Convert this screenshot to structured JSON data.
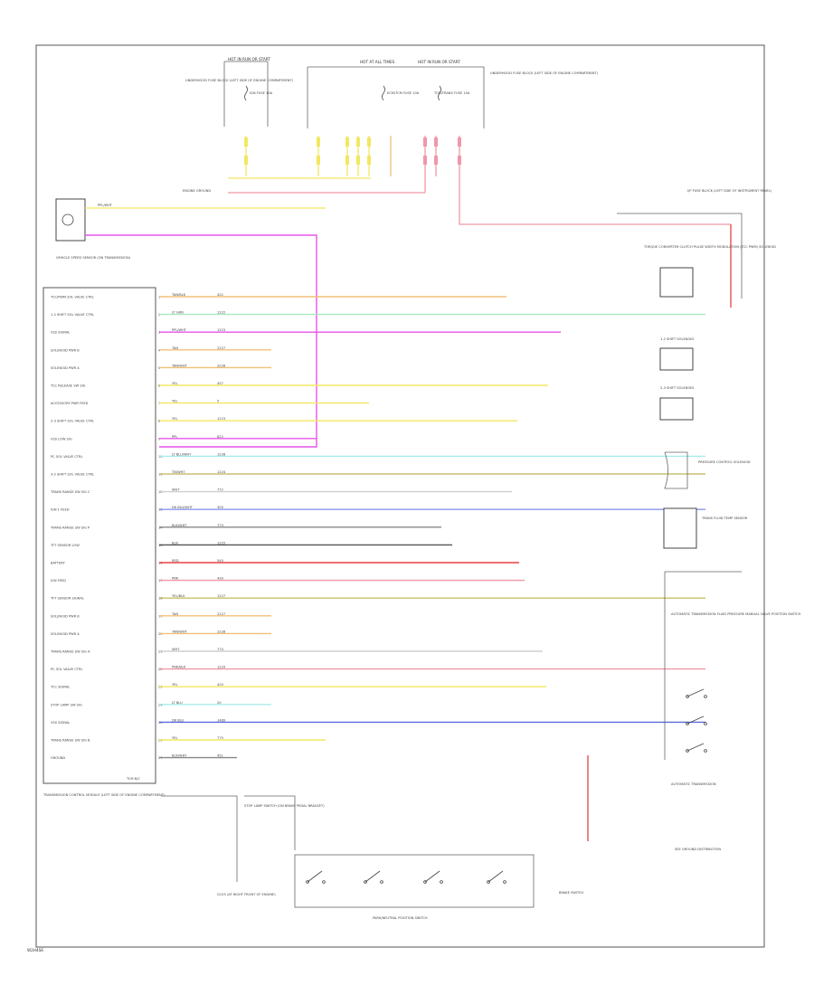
{
  "diagram": {
    "footer_code": "W2H4S6",
    "top_labels": {
      "hot_in_run_left": "HOT IN RUN OR START",
      "hot_at_all_times": "HOT AT ALL TIMES",
      "hot_in_run_right": "HOT IN RUN OR START",
      "fuse_block_left": "UNDERHOOD FUSE BLOCK (LEFT SIDE OF ENGINE COMPARTMENT)",
      "fuse_left": "IGN FUSE 10A",
      "fuse_mid": "ECM/TCM FUSE 10A",
      "fuse_right": "TCM/TRANS FUSE 10A",
      "fuse_block_right": "UNDERHOOD FUSE BLOCK (LEFT SIDE OF ENGINE COMPARTMENT)"
    },
    "vss_sensor": "VEHICLE SPEED SENSOR (ON TRANSMISSION)",
    "vss_wire": "PPL/WHT",
    "engine_ground": "ENGINE GROUND",
    "ecm_module": "TRANSMISSION CONTROL MODULE (LEFT SIDE OF ENGINE COMPARTMENT)",
    "ecm_module_code": "TCM B/C",
    "pins": [
      {
        "label": "TCC/PWM SOL VALVE CTRL",
        "color": "TAN/BLK",
        "circuit": "422"
      },
      {
        "label": "1-2 SHIFT SOL VALVE CTRL",
        "color": "LT GRN",
        "circuit": "1222"
      },
      {
        "label": "VSS SIGNAL",
        "color": "PPL/WHT",
        "circuit": "1223"
      },
      {
        "label": "SOLENOID PWR B",
        "color": "TAN",
        "circuit": "2227"
      },
      {
        "label": "SOLENOID PWR A",
        "color": "TAN/WHT",
        "circuit": "2228"
      },
      {
        "label": "TCC RELEASE SW SIG",
        "color": "YEL",
        "circuit": "457"
      },
      {
        "label": "ACCESSORY PWR FEED",
        "color": "YEL",
        "circuit": "5"
      },
      {
        "label": "2-3 SHIFT SOL VALVE CTRL",
        "color": "YEL",
        "circuit": "1223"
      },
      {
        "label": "VSS LOW SIG",
        "color": "PPL",
        "circuit": "822"
      },
      {
        "label": "PC SOL VALVE CTRL",
        "color": "LT BLU/WHT",
        "circuit": "1228"
      },
      {
        "label": "3-2 SHIFT SOL VALVE CTRL",
        "color": "TN/WHT",
        "circuit": "1224"
      },
      {
        "label": "TRANS RANGE SW SIG C",
        "color": "WHT",
        "circuit": "772"
      },
      {
        "label": "IGN 1 FEED",
        "color": "DK BLU/WHT",
        "circuit": "300"
      },
      {
        "label": "TRANS RANGE SW SIG P",
        "color": "BLK/WHT",
        "circuit": "773"
      },
      {
        "label": "TFT SENSOR LOW",
        "color": "BLK",
        "circuit": "1225"
      },
      {
        "label": "BATTERY",
        "color": "RED",
        "circuit": "540"
      },
      {
        "label": "IGN FEED",
        "color": "PNK",
        "circuit": "439"
      },
      {
        "label": "TFT SENSOR SIGNAL",
        "color": "YEL/BLK",
        "circuit": "1227"
      },
      {
        "label": "SOLENOID PWR B",
        "color": "TAN",
        "circuit": "2227"
      },
      {
        "label": "SOLENOID PWR A",
        "color": "TAN/WHT",
        "circuit": "2228"
      },
      {
        "label": "TRANS RANGE SW SIG A",
        "color": "WHT",
        "circuit": "774"
      },
      {
        "label": "PC SOL VALVE CTRL",
        "color": "PNK/BLK",
        "circuit": "1229"
      },
      {
        "label": "TCC SIGNAL",
        "color": "YEL",
        "circuit": "420"
      },
      {
        "label": "STOP LAMP SW SIG",
        "color": "LT BLU",
        "circuit": "20"
      },
      {
        "label": "VSS SIGNAL",
        "color": "DK BLU",
        "circuit": "1489"
      },
      {
        "label": "TRANS RANGE SW SIG B",
        "color": "YEL",
        "circuit": "775"
      },
      {
        "label": "GROUND",
        "color": "BLK/WHT",
        "circuit": "451"
      }
    ],
    "right_components": {
      "fuse_block_note": "I/P FUSE BLOCK (LEFT SIDE OF INSTRUMENT PANEL)",
      "tcc_solenoid": "TORQUE CONVERTER CLUTCH PULSE WIDTH MODULATION (TCC PWM) SOLENOID",
      "shift_a": "1-2 SHIFT SOLENOID",
      "shift_b": "2-3 SHIFT SOLENOID",
      "pressure_control": "PRESSURE CONTROL SOLENOID",
      "tft_sensor": "TRANS FLUID TEMP SENSOR",
      "range_switch": "AUTOMATIC TRANSMISSION FLUID PRESSURE MANUAL VALVE POSITION SWITCH",
      "trans_assembly": "AUTOMATIC TRANSMISSION"
    },
    "bottom_labels": {
      "g_ground": "G103 (AT RIGHT FRONT OF ENGINE)",
      "stop_lamp": "STOP LAMP SWITCH (ON BRAKE PEDAL BRACKET)",
      "range_switch_bottom": "PARK/NEUTRAL POSITION SWITCH",
      "brake_switch": "BRAKE SWITCH",
      "splice_note": "SEE GROUND DISTRIBUTION"
    }
  }
}
